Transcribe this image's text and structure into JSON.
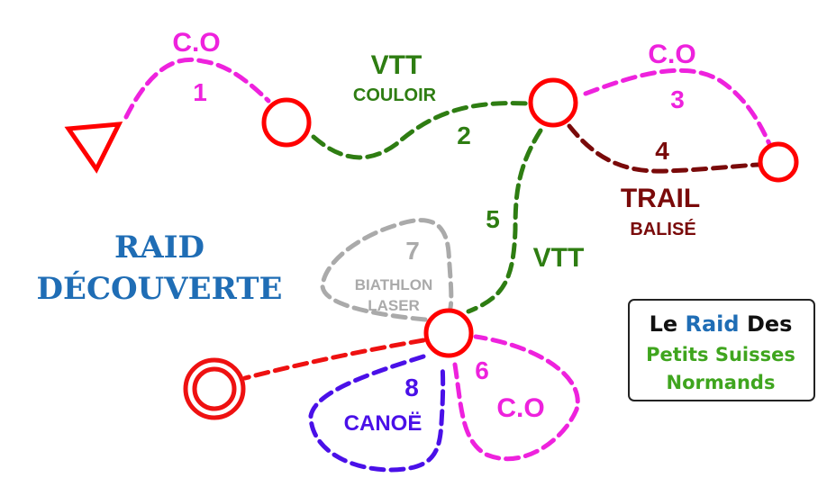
{
  "title": {
    "line1": "RAID",
    "line2": "DÉCOUVERTE"
  },
  "legs": [
    {
      "number": "1",
      "label": "C.O",
      "sub": "",
      "color": "#ee22dd"
    },
    {
      "number": "2",
      "label": "VTT",
      "sub": "COULOIR",
      "color": "#2e7d12"
    },
    {
      "number": "3",
      "label": "C.O",
      "sub": "",
      "color": "#ee22dd"
    },
    {
      "number": "4",
      "label": "TRAIL",
      "sub": "BALISÉ",
      "color": "#7a0a0a"
    },
    {
      "number": "5",
      "label": "VTT",
      "sub": "",
      "color": "#2e7d12"
    },
    {
      "number": "6",
      "label": "C.O",
      "sub": "",
      "color": "#ee22dd"
    },
    {
      "number": "7",
      "label": "BIATHLON",
      "sub": "LASER",
      "color": "#aaaaaa"
    },
    {
      "number": "8",
      "label": "CANOË",
      "sub": "",
      "color": "#4a10e8"
    }
  ],
  "logo": {
    "line1a": "Le",
    "line1b": "Raid",
    "line1c": "Des",
    "line2": "Petits Suisses",
    "line3": "Normands"
  },
  "colors": {
    "checkpoint": "#ff0000",
    "finish": "#ee1111",
    "title": "#1f6db5"
  }
}
